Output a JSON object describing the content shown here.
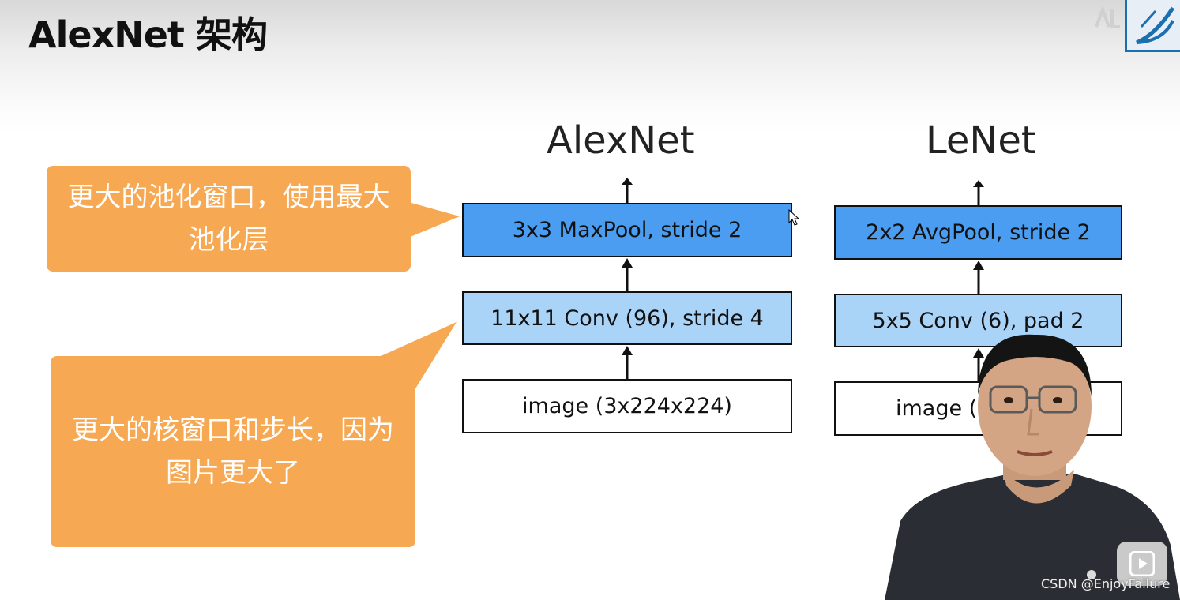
{
  "slide": {
    "title": "AlexNet 架构"
  },
  "alexnet": {
    "title": "AlexNet",
    "layers": [
      "3x3 MaxPool, stride 2",
      "11x11 Conv (96), stride 4",
      "image (3x224x224)"
    ]
  },
  "lenet": {
    "title": "LeNet",
    "layers": [
      "2x2 AvgPool, stride 2",
      "5x5 Conv (6), pad 2",
      "image ("
    ]
  },
  "callouts": {
    "pool": "更大的池化窗口，使用最大池化层",
    "kernel": "更大的核窗口和步长，因为图片更大了"
  },
  "footer": {
    "watermark": "CSDN @EnjoyFailure"
  },
  "colors": {
    "dark_layer": "#4a9df0",
    "light_layer": "#a9d3f7",
    "callout": "#f7a852"
  }
}
